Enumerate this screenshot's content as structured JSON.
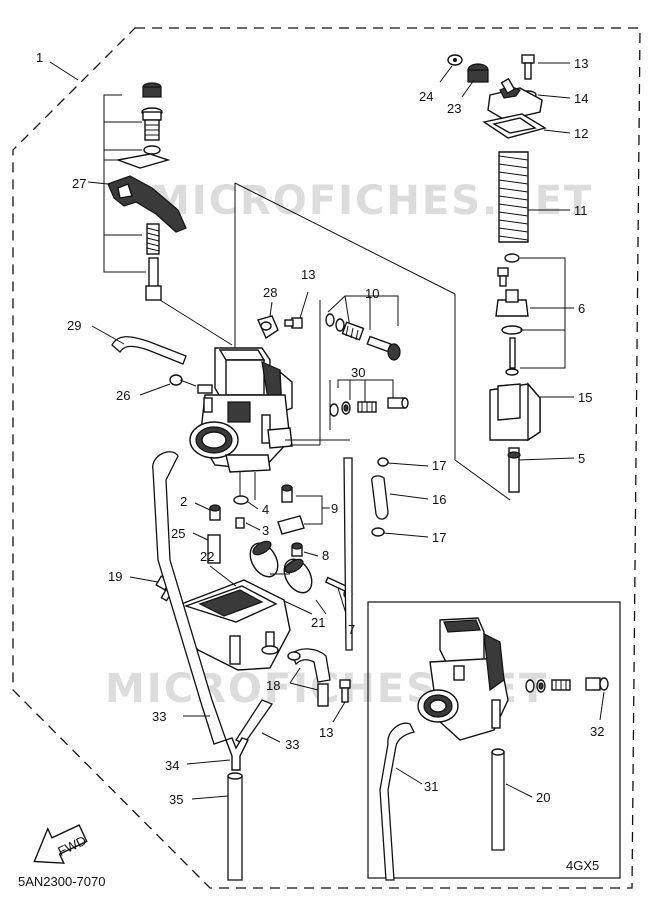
{
  "diagram_code": "5AN2300-7070",
  "inset_model": "4GX5",
  "watermark": "MICROFICHES.NET",
  "fwd_arrow_label": "FWD",
  "callouts": {
    "c1": "1",
    "c2": "2",
    "c3": "3",
    "c4": "4",
    "c5": "5",
    "c6": "6",
    "c7": "7",
    "c8": "8",
    "c9": "9",
    "c10": "10",
    "c11": "11",
    "c12": "12",
    "c13a": "13",
    "c13b": "13",
    "c13c": "13",
    "c14": "14",
    "c15": "15",
    "c16": "16",
    "c17a": "17",
    "c17b": "17",
    "c18": "18",
    "c19": "19",
    "c20": "20",
    "c21": "21",
    "c22": "22",
    "c23": "23",
    "c24": "24",
    "c25": "25",
    "c26": "26",
    "c27": "27",
    "c28": "28",
    "c29": "29",
    "c30": "30",
    "c31": "31",
    "c32": "32",
    "c33a": "33",
    "c33b": "33",
    "c34": "34",
    "c35": "35"
  }
}
